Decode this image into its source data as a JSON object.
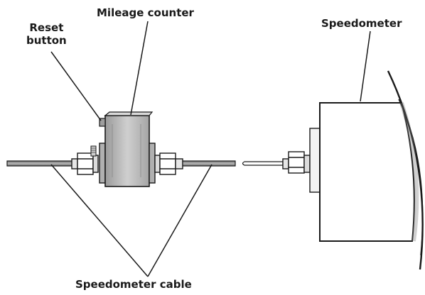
{
  "labels": {
    "mileage_counter": "Mileage counter",
    "reset_button": [
      "Reset",
      "button"
    ],
    "speedometer": "Speedometer",
    "speedometer_cable": "Speedometer cable"
  },
  "colors": {
    "ink": "#1a1a1a",
    "shading": "#bdbdbd",
    "cable": "#8c8c8c",
    "background": "#ffffff"
  }
}
